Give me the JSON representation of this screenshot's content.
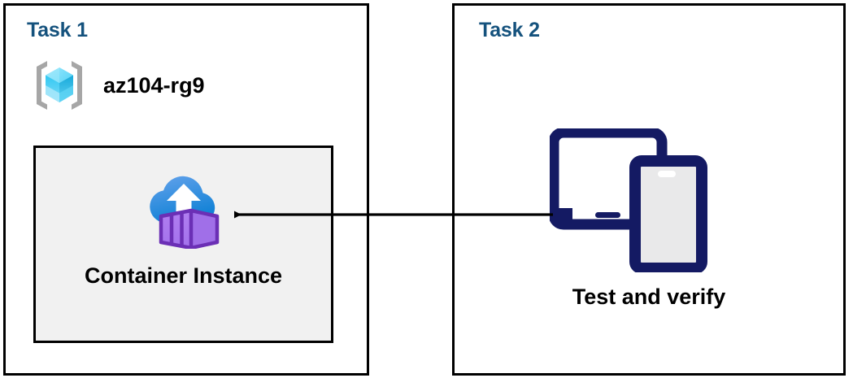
{
  "diagram": {
    "background_color": "#ffffff",
    "border_color": "#000000",
    "title_color": "#15527d",
    "panels": [
      {
        "id": "task1",
        "title": "Task 1",
        "resource_group": {
          "icon": "azure-resource-group-icon",
          "label": "az104-rg9"
        },
        "resource": {
          "icon": "azure-container-instance-icon",
          "label": "Container Instance",
          "fill_color": "#f1f1f1"
        }
      },
      {
        "id": "task2",
        "title": "Task 2",
        "action": {
          "icon": "devices-tablet-phone-icon",
          "label": "Test and verify",
          "icon_color": "#141a63"
        }
      }
    ],
    "connector": {
      "name": "flow-arrow",
      "direction": "right-to-left",
      "from": "Test and verify",
      "to": "Container Instance",
      "color": "#000000"
    }
  }
}
